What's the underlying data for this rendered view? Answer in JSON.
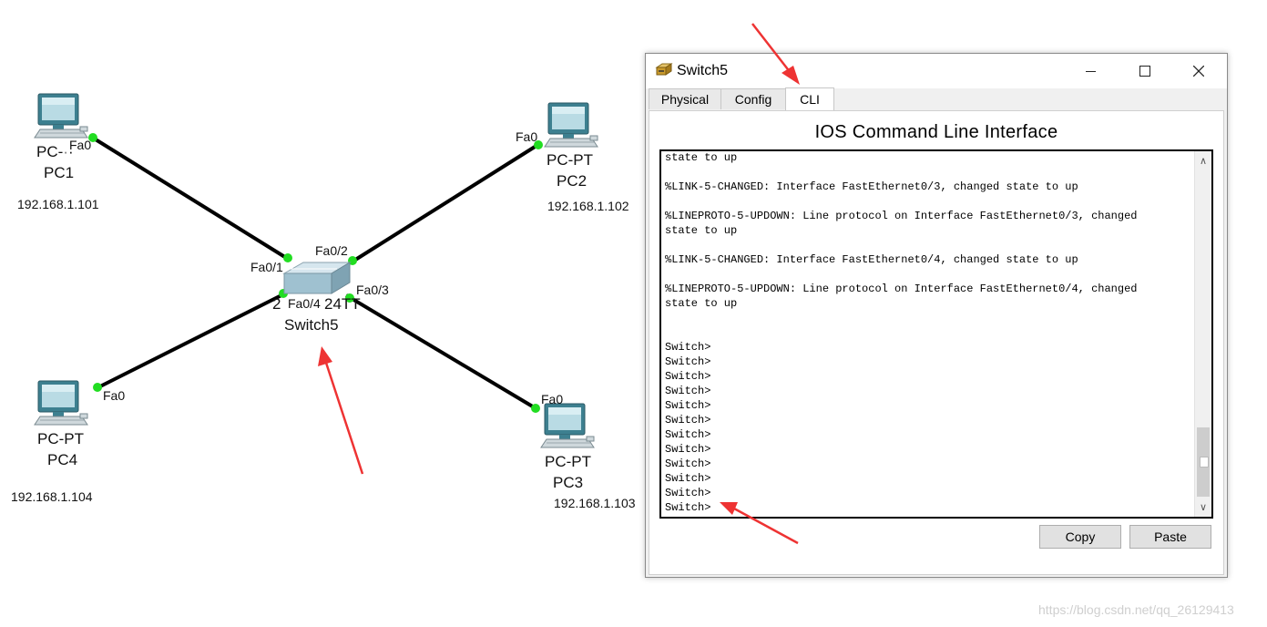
{
  "topology": {
    "pcs": [
      {
        "id": "pc1",
        "type": "PC-PT",
        "name": "PC1",
        "ip": "192.168.1.101",
        "port": "Fa0"
      },
      {
        "id": "pc2",
        "type": "PC-PT",
        "name": "PC2",
        "ip": "192.168.1.102",
        "port": "Fa0"
      },
      {
        "id": "pc3",
        "type": "PC-PT",
        "name": "PC3",
        "ip": "192.168.1.103",
        "port": "Fa0"
      },
      {
        "id": "pc4",
        "type": "PC-PT",
        "name": "PC4",
        "ip": "192.168.1.104",
        "port": "Fa0"
      }
    ],
    "switch": {
      "model_partial": "2",
      "model_partial_end": "24TT",
      "name": "Switch5",
      "ports": [
        "Fa0/1",
        "Fa0/2",
        "Fa0/3",
        "Fa0/4"
      ]
    },
    "link_color": "#000000",
    "link_light_color": "#22dd22"
  },
  "dialog": {
    "title": "Switch5",
    "tabs": [
      "Physical",
      "Config",
      "CLI"
    ],
    "active_tab": "CLI",
    "heading": "IOS Command Line Interface",
    "terminal_lines": [
      "state to up",
      "",
      "%LINK-5-CHANGED: Interface FastEthernet0/3, changed state to up",
      "",
      "%LINEPROTO-5-UPDOWN: Line protocol on Interface FastEthernet0/3, changed",
      "state to up",
      "",
      "%LINK-5-CHANGED: Interface FastEthernet0/4, changed state to up",
      "",
      "%LINEPROTO-5-UPDOWN: Line protocol on Interface FastEthernet0/4, changed",
      "state to up",
      "",
      "",
      "Switch>",
      "Switch>",
      "Switch>",
      "Switch>",
      "Switch>",
      "Switch>",
      "Switch>",
      "Switch>",
      "Switch>",
      "Switch>",
      "Switch>",
      "Switch>"
    ],
    "buttons": {
      "copy": "Copy",
      "paste": "Paste"
    },
    "window_controls": {
      "minimize": "minimize-icon",
      "maximize": "maximize-icon",
      "close": "close-icon"
    },
    "annotation_arrow_color": "#ee3333"
  },
  "watermark": "https://blog.csdn.net/qq_26129413"
}
